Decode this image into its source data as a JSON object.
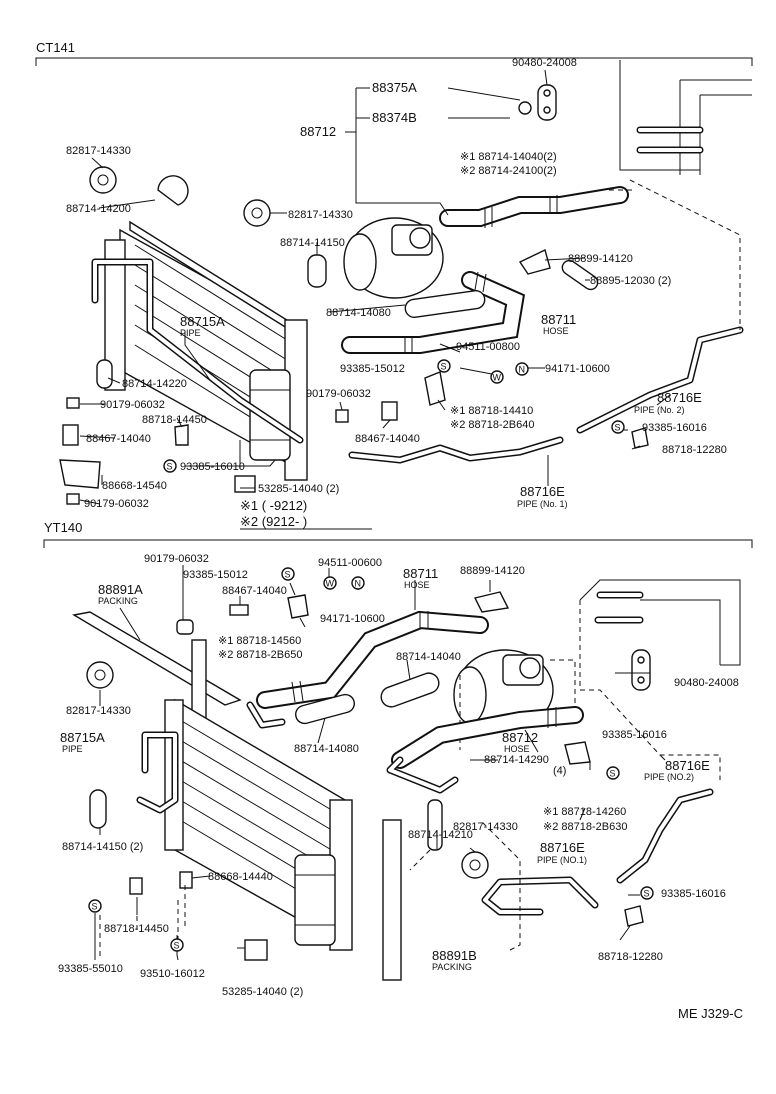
{
  "sections": {
    "ct141": {
      "title": "CT141",
      "parts": {
        "p90480_top": "90480-24008",
        "p88375A": "88375A",
        "p88374B": "88374B",
        "p88712": "88712",
        "p88714_14040_1": "※1 88714-14040(2)",
        "p88714_24100_2": "※2 88714-24100(2)",
        "p82817_a": "82817-14330",
        "p88714_14200": "88714-14200",
        "p82817_b": "82817-14330",
        "p88714_14150": "88714-14150",
        "p88899": "88899-14120",
        "p88895": "88895-12030 (2)",
        "p88715A": "88715A",
        "p88715A_sub": "PIPE",
        "p88714_14080": "88714-14080",
        "p88711": "88711",
        "p88711_sub": "HOSE",
        "p94511": "94511-00800",
        "p93385_15012": "93385-15012",
        "p94171": "94171-10600",
        "p88714_14220": "88714-14220",
        "p90179_a": "90179-06032",
        "p90179_b": "90179-06032",
        "p88718_14450": "88718-14450",
        "p88467_a": "88467-14040",
        "p88467_b": "88467-14040",
        "p88718_14410": "※1 88718-14410",
        "p88718_2B640": "※2 88718-2B640",
        "p88716E_2": "88716E",
        "p88716E_2_sub": "PIPE (No. 2)",
        "p93385_16016": "93385-16016",
        "p88718_12280": "88718-12280",
        "p93385_16010": "93385-16010",
        "p88668": "88668-14540",
        "p53285": "53285-14040 (2)",
        "p90179_c": "90179-06032",
        "p88716E_1": "88716E",
        "p88716E_1_sub": "PIPE (No. 1)",
        "note1": "※1 (      -9212)",
        "note2": "※2 (9212-      )"
      },
      "markers": {
        "S": "S",
        "W": "W",
        "N": "N"
      }
    },
    "yt140": {
      "title": "YT140",
      "parts": {
        "p90179": "90179-06032",
        "p93385_15012": "93385-15012",
        "p94511": "94511-00600",
        "p88711": "88711",
        "p88711_sub": "HOSE",
        "p88899": "88899-14120",
        "p88891A": "88891A",
        "p88891A_sub": "PACKING",
        "p88467": "88467-14040",
        "p94171": "94171-10600",
        "p88718_14560": "※1 88718-14560",
        "p88718_2B650": "※2 88718-2B650",
        "p88714_14040": "88714-14040",
        "p90480": "90480-24008",
        "p82817_a": "82817-14330",
        "p88715A": "88715A",
        "p88715A_sub": "PIPE",
        "p88714_14080": "88714-14080",
        "p88712": "88712",
        "p88712_sub": "HOSE",
        "p88714_14290": "88714-14290",
        "p88714_14290_q": "(4)",
        "p93385_16016_a": "93385-16016",
        "p88716E_2": "88716E",
        "p88716E_2_sub": "PIPE (NO.2)",
        "p88714_14150": "88714-14150 (2)",
        "p88714_14210": "88714-14210",
        "p88718_14260": "※1 88718-14260",
        "p88718_2B630": "※2 88718-2B630",
        "p82817_b": "82817-14330",
        "p88716E_1": "88716E",
        "p88716E_1_sub": "PIPE (NO.1)",
        "p88668": "88668-14440",
        "p93385_16016_b": "93385-16016",
        "p88718_14450": "88718-14450",
        "p93385_55010": "93385-55010",
        "p93510": "93510-16012",
        "p53285": "53285-14040 (2)",
        "p88891B": "88891B",
        "p88891B_sub": "PACKING",
        "p88718_12280": "88718-12280"
      }
    }
  },
  "footer_code": "ME  J329-C"
}
